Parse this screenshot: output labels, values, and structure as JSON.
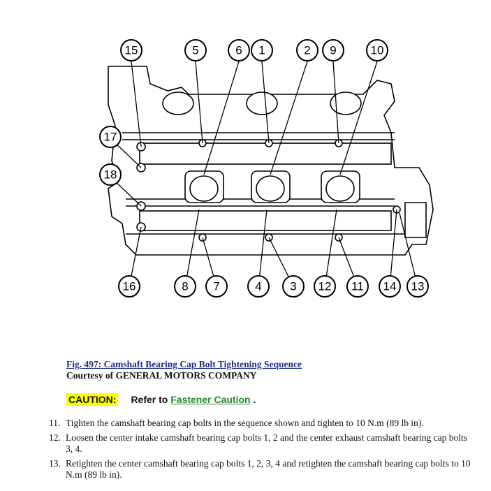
{
  "figure": {
    "callouts_top": [
      "15",
      "5",
      "6",
      "1",
      "2",
      "9",
      "10"
    ],
    "callouts_left": [
      "17",
      "18"
    ],
    "callouts_bottom": [
      "16",
      "8",
      "7",
      "4",
      "3",
      "12",
      "11",
      "14",
      "13"
    ]
  },
  "caption": {
    "link_text": "Fig. 497: Camshaft Bearing Cap Bolt Tightening Sequence",
    "courtesy": "Courtesy of GENERAL MOTORS COMPANY"
  },
  "caution": {
    "label": "CAUTION:",
    "prefix": "Refer to",
    "link": "Fastener Caution",
    "suffix": ".",
    "label_color": "#ffff00",
    "link_color": "#2a8a2a"
  },
  "steps": [
    {
      "num": "11.",
      "text": "Tighten the camshaft bearing cap bolts in the sequence shown and tighten to 10 N.m (89 lb in)."
    },
    {
      "num": "12.",
      "text": "Loosen the center intake camshaft bearing cap bolts 1, 2 and the center exhaust camshaft bearing cap bolts 3, 4."
    },
    {
      "num": "13.",
      "text": "Retighten the center camshaft bearing cap bolts 1, 2, 3, 4 and retighten the camshaft bearing cap bolts to 10 N.m (89 lb in)."
    }
  ]
}
